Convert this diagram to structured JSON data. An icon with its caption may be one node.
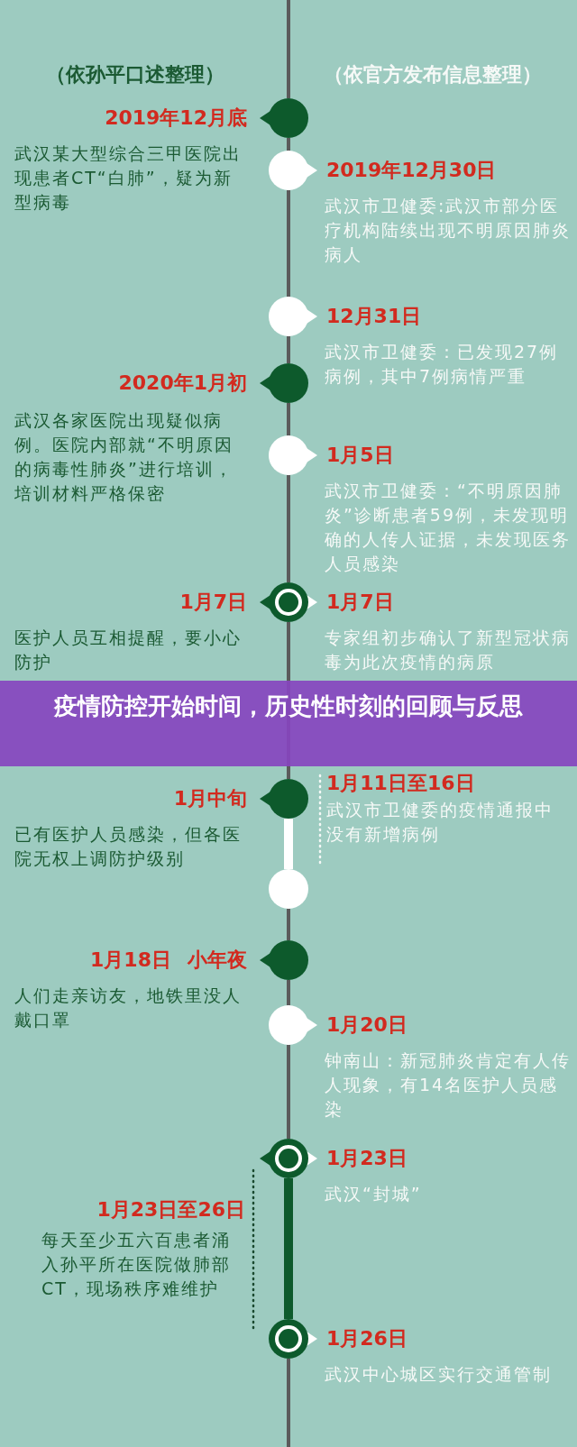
{
  "diagram": {
    "title": "疫情防控开始时间，历史性时刻的回顾与反思",
    "nodes": [
      {
        "text": [],
        "shape": "circle",
        "beside": [
          "2019年12月底",
          "武汉某大型综合三甲医院出现患者CT“白肺”，疑为新型病毒"
        ]
      },
      {
        "text": [],
        "shape": "circle",
        "beside": [
          "2019年12月30日",
          "武汉市卫健委:武汉市部分医疗机构陆续出现不明原因肺炎病人"
        ]
      },
      {
        "text": [],
        "shape": "circle",
        "beside": [
          "12月31日",
          "武汉市卫健委：已发现27例病例，其中7例病情严重"
        ]
      },
      {
        "text": [],
        "shape": "circle",
        "beside": [
          "2020年1月初",
          "武汉各家医院出现疑似病例。医院内部就“不明原因的病毒性肺炎”进行培训，培训材料严格保密"
        ]
      },
      {
        "text": [],
        "shape": "circle",
        "beside": [
          "1月5日",
          "武汉市卫健委：“不明原因肺炎”诊断患者59例，未发现明确的人传人证据，未发现医务人员感染"
        ]
      },
      {
        "text": [],
        "shape": "circle",
        "beside": [
          "1月7日",
          "医护人员互相提醒，要小心防护",
          "1月7日",
          "专家组初步确认了新型冠状病毒为此次疫情的病原"
        ]
      },
      {
        "text": [],
        "shape": "circle",
        "beside": [
          "1月中旬",
          "已有医护人员感染，但各医院无权上调防护级别"
        ]
      },
      {
        "text": [],
        "shape": "circle"
      },
      {
        "text": [],
        "shape": "circle",
        "beside": [
          "1月18日",
          "小年夜",
          "人们走亲访友，地铁里没人戴口罩"
        ]
      },
      {
        "text": [],
        "shape": "circle",
        "beside": [
          "1月20日",
          "钟南山：新冠肺炎肯定有人传人现象，有14名医护人员感染"
        ]
      },
      {
        "text": [],
        "shape": "circle",
        "beside": [
          "1月23日",
          "武汉“封城”"
        ]
      },
      {
        "text": [],
        "shape": "circle",
        "beside": [
          "1月26日",
          "武汉中心城区实行交通管制"
        ]
      }
    ],
    "edges": [
      {
        "from": null,
        "to": 0,
        "arrow": "none"
      },
      {
        "from": 0,
        "to": 1,
        "arrow": "none"
      },
      {
        "from": 1,
        "to": 2,
        "arrow": "none"
      },
      {
        "from": 2,
        "to": 3,
        "arrow": "none"
      },
      {
        "from": 3,
        "to": 4,
        "arrow": "none"
      },
      {
        "from": 4,
        "to": 5,
        "arrow": "none"
      },
      {
        "from": 5,
        "to": 6,
        "arrow": "none"
      },
      {
        "from": 6,
        "to": 7,
        "arrow": "none",
        "style": "thick",
        "color": "#ffffff"
      },
      {
        "from": 7,
        "to": 8,
        "arrow": "none"
      },
      {
        "from": 8,
        "to": 9,
        "arrow": "none"
      },
      {
        "from": 9,
        "to": 10,
        "arrow": "none"
      },
      {
        "from": 10,
        "to": 11,
        "arrow": "none",
        "style": "thick",
        "color": "#0d5a2c"
      },
      {
        "from": 11,
        "to": null,
        "arrow": "none"
      }
    ],
    "labels": [
      "（依孙平口述整理）",
      "（依官方发布信息整理）",
      "1月11日至16日",
      "武汉市卫健委的疫情通报中没有新增病例",
      "1月23日至26日",
      "每天至少五六百患者涌入孙平所在医院做肺部CT，现场秩序难维护"
    ]
  }
}
